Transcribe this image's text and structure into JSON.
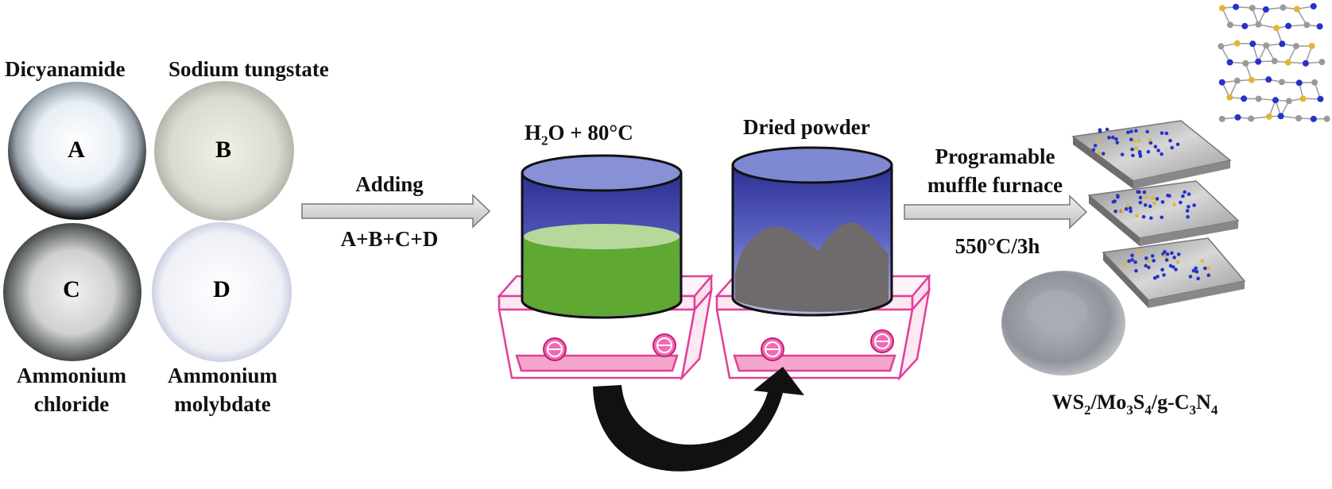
{
  "reagents": {
    "a": {
      "name": "Dicyanamide",
      "letter": "A"
    },
    "b": {
      "name": "Sodium tungstate",
      "letter": "B"
    },
    "c": {
      "name_line1": "Ammonium",
      "name_line2": "chloride",
      "letter": "C"
    },
    "d": {
      "name_line1": "Ammonium",
      "name_line2": "molybdate",
      "letter": "D"
    }
  },
  "step1": {
    "label": "Adding",
    "mix": "A+B+C+D"
  },
  "beaker1": {
    "label_pre": "H",
    "label_sub": "2",
    "label_post": "O + 80°C"
  },
  "beaker2": {
    "label": "Dried powder"
  },
  "step2": {
    "line1": "Programable",
    "line2": "muffle furnace",
    "condition": "550°C/3h"
  },
  "product": {
    "p1": "WS",
    "s1": "2",
    "p2": "/Mo",
    "s2": "3",
    "p3": "S",
    "s3": "4",
    "p4": "/g-C",
    "s4": "3",
    "p5": "N",
    "s5": "4"
  },
  "colors": {
    "liquid": "#5fa832",
    "beaker_blue": "#3b3fa8",
    "hotplate": "#e0409a",
    "powder": "#6f6a6b",
    "arrow": "#111111"
  }
}
